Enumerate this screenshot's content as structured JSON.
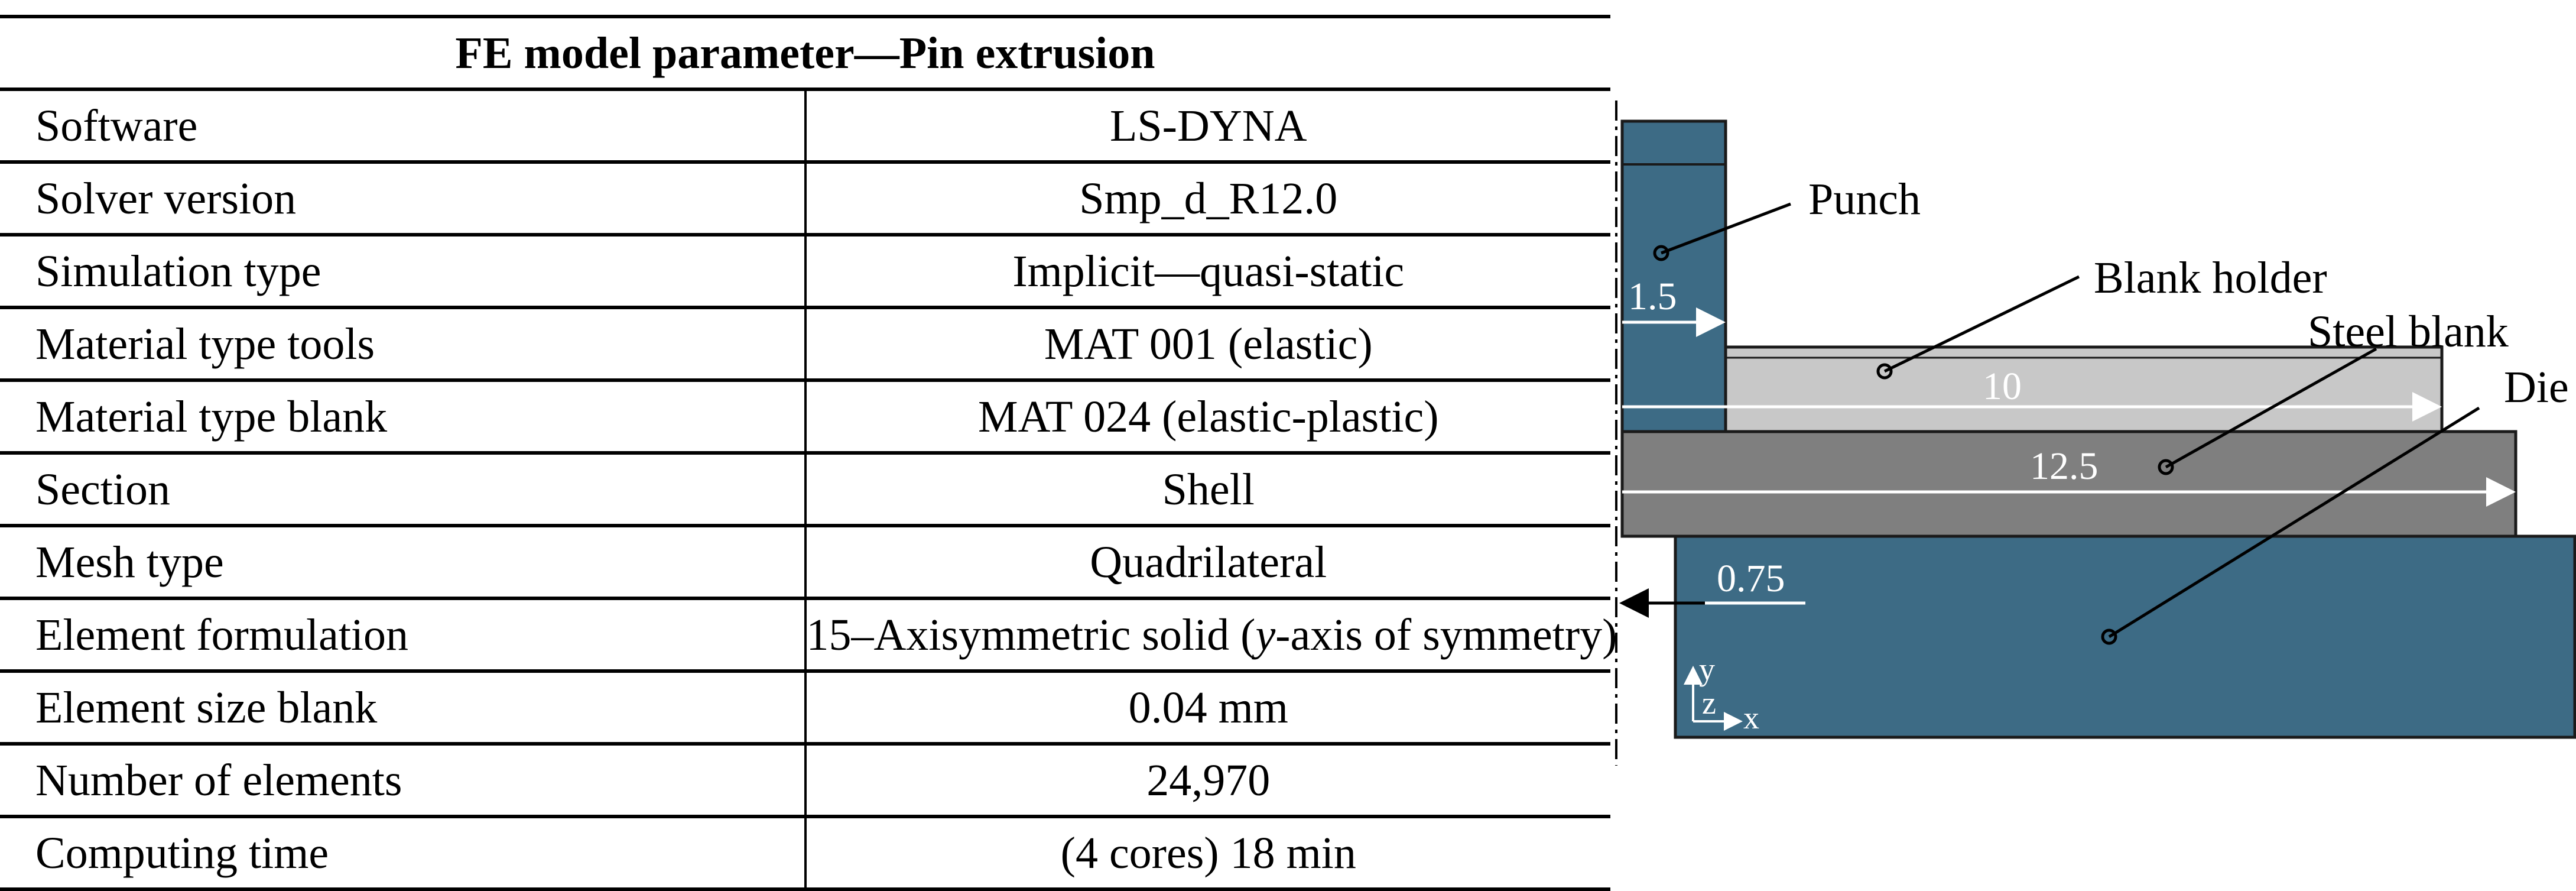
{
  "table": {
    "title": "FE model parameter—Pin extrusion",
    "rows": [
      {
        "label": "Software",
        "value": "LS-DYNA"
      },
      {
        "label": "Solver version",
        "value": "Smp_d_R12.0"
      },
      {
        "label": "Simulation type",
        "value": "Implicit—quasi-static"
      },
      {
        "label": "Material type tools",
        "value": "MAT 001 (elastic)"
      },
      {
        "label": "Material type blank",
        "value": "MAT 024 (elastic-plastic)"
      },
      {
        "label": "Section",
        "value": "Shell"
      },
      {
        "label": "Mesh type",
        "value": "Quadrilateral"
      },
      {
        "label": "Element formulation",
        "value_pre": "15–Axisymmetric solid (",
        "value_italic": "y",
        "value_post": "-axis of symmetry)"
      },
      {
        "label": "Element size blank",
        "value": "0.04 mm"
      },
      {
        "label": "Number of elements",
        "value": "24,970"
      },
      {
        "label": "Computing time",
        "value": "(4 cores) 18 min"
      }
    ]
  },
  "diagram": {
    "labels": {
      "punch": "Punch",
      "blank_holder": "Blank holder",
      "steel_blank": "Steel blank",
      "die": "Die"
    },
    "dimensions": {
      "punch_width": "1.5",
      "holder_length": "10",
      "blank_length": "12.5",
      "die_gap": "0.75"
    },
    "axes": {
      "y": "y",
      "z": "z",
      "x": "x"
    },
    "colors": {
      "tool": "#3d6b85",
      "blank_holder": "#c8c8c8",
      "steel_blank": "#7f7f7f",
      "outline": "#1a1a1a",
      "dimension_arrow": "#ffffff"
    }
  }
}
